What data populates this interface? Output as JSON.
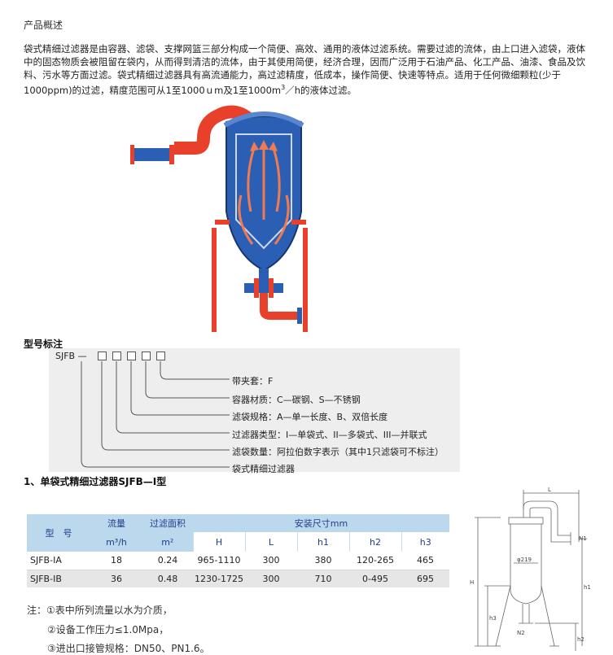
{
  "overview": {
    "title": "产品概述",
    "text_main": "袋式精细过滤器是由容器、滤袋、支撑网篮三部分构成一个简便、高效、通用的液体过滤系统。需要过滤的流体，由上口进入滤袋，液体中的固态物质会被阻留在袋内，从而得到清洁的流体，由于其使用简便，经济合理，因而广泛用于石油产品、化工产品、油漆、食品及饮料、污水等方面过滤。袋式精细过滤器具有高流通能力，高过滤精度，低成本，操作简便、快速等特点。适用于任何微细颗粒(少于1000ppm)的过滤，精度范围可从1至1000ｕm及1至1000m",
    "text_sup": "3",
    "text_tail": "／h的液体过滤。"
  },
  "model_code": {
    "title": "型号标注",
    "prefix": "SJFB —",
    "labels": [
      "带夹套：F",
      "容器材质：C—碳钢、S—不锈钢",
      "滤袋规格：A—单一长度、B、双倍长度",
      "过滤器类型：I—单袋式、II—多袋式、III—并联式",
      "滤袋数量：阿拉伯数字表示（其中1只滤袋可不标注）",
      "袋式精细过滤器"
    ]
  },
  "section1": {
    "title": "1、单袋式精细过滤器SJFB—I型"
  },
  "spec_table": {
    "h_model": "型　号",
    "h_flow": "流量",
    "h_flow_unit": "m³/h",
    "h_area": "过滤面积",
    "h_area_unit": "m²",
    "h_install": "安装尺寸mm",
    "dims": [
      "H",
      "L",
      "h1",
      "h2",
      "h3"
    ],
    "rows": [
      {
        "model": "SJFB-ⅠA",
        "flow": "18",
        "area": "0.24",
        "H": "965-1110",
        "L": "300",
        "h1": "380",
        "h2": "120-265",
        "h3": "465"
      },
      {
        "model": "SJFB-ⅠB",
        "flow": "36",
        "area": "0.48",
        "H": "1230-1725",
        "L": "300",
        "h1": "710",
        "h2": "0-495",
        "h3": "695"
      }
    ]
  },
  "notes": [
    "注：①表中所列流量以水为介质，",
    "②设备工作压力≤1.0Mpa，",
    "③进出口接管规格：DN50、PN1.6。"
  ],
  "drawing": {
    "L": "L",
    "N1": "N1",
    "N2": "N2",
    "H": "H",
    "h1": "h1",
    "h2": "h2",
    "h3": "h3",
    "phi": "φ219"
  },
  "colors": {
    "vessel_blue": "#2b5fb3",
    "pipe_red": "#e8402a",
    "header_blue": "#bcd8ec",
    "header_text": "#1e3d8c"
  }
}
